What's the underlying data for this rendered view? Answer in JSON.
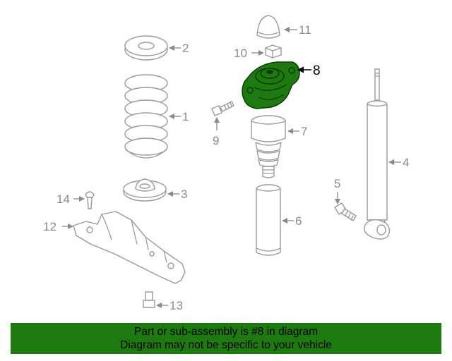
{
  "diagram": {
    "callouts": [
      {
        "id": "1",
        "label": "1"
      },
      {
        "id": "2",
        "label": "2"
      },
      {
        "id": "3",
        "label": "3"
      },
      {
        "id": "4",
        "label": "4"
      },
      {
        "id": "5",
        "label": "5"
      },
      {
        "id": "6",
        "label": "6"
      },
      {
        "id": "7",
        "label": "7"
      },
      {
        "id": "8",
        "label": "8"
      },
      {
        "id": "9",
        "label": "9"
      },
      {
        "id": "10",
        "label": "10"
      },
      {
        "id": "11",
        "label": "11"
      },
      {
        "id": "12",
        "label": "12"
      },
      {
        "id": "13",
        "label": "13"
      },
      {
        "id": "14",
        "label": "14"
      }
    ],
    "highlighted_part": "8"
  },
  "banner": {
    "line1": "Part or sub-assembly is #8 in diagram",
    "line2": "Diagram may not be specific to your vehicle",
    "background": "#1e7a10"
  },
  "colors": {
    "highlight": "#1e7a10",
    "part_outline": "#9a9a9a",
    "callout_text": "#8a8a8a"
  }
}
